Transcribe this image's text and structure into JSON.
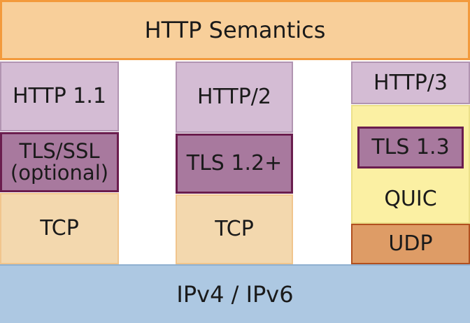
{
  "top": {
    "label": "HTTP Semantics"
  },
  "bottom": {
    "label": "IPv4 / IPv6"
  },
  "columns": [
    {
      "http": "HTTP 1.1",
      "security_line1": "TLS/SSL",
      "security_line2": "(optional)",
      "transport": "TCP"
    },
    {
      "http": "HTTP/2",
      "security": "TLS 1.2+",
      "transport": "TCP"
    },
    {
      "http": "HTTP/3",
      "security": "TLS 1.3",
      "wrapper": "QUIC",
      "transport": "UDP"
    }
  ],
  "colors": {
    "http_semantics_fill": "#f8cf9a",
    "http_semantics_border": "#f39a3c",
    "http_version_fill": "#d4bcd4",
    "tls_fill": "#a8799e",
    "tls_border": "#6a1d4e",
    "tcp_fill": "#f3d8ae",
    "quic_fill": "#fbf0a3",
    "udp_fill": "#de9c66",
    "udp_border": "#b1501f",
    "ip_fill": "#adc8e2"
  }
}
